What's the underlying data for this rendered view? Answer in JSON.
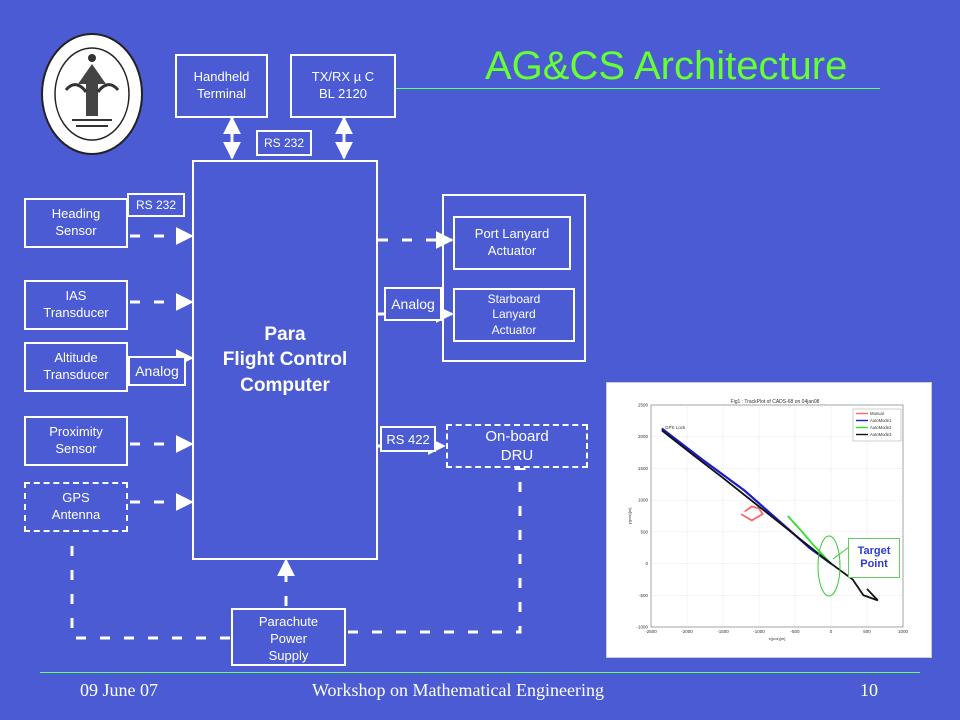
{
  "title": "AG&CS Architecture",
  "footer": {
    "date": "09 June 07",
    "event": "Workshop on Mathematical Engineering",
    "page": "10"
  },
  "blocks": {
    "handheld": "Handheld\nTerminal",
    "txrx": "TX/RX µ C\nBL 2120",
    "fcc": "Para\nFlight Control\nComputer",
    "heading": "Heading\nSensor",
    "ias": "IAS\nTransducer",
    "altitude": "Altitude\nTransducer",
    "proximity": "Proximity\nSensor",
    "gps": "GPS\nAntenna",
    "port": "Port Lanyard\nActuator",
    "starboard": "Starboard\nLanyard\nActuator",
    "dru": "On-board\nDRU",
    "power": "Parachute\nPower\nSupply"
  },
  "tags": {
    "rs232_top": "RS 232",
    "rs232_left": "RS 232",
    "analog_left": "Analog",
    "analog_right": "Analog",
    "rs422": "RS 422"
  },
  "plot": {
    "title": "Fig1 : TrackPlot of CADS-68 on 04jan08",
    "gps_lock": "GPS Lock",
    "xlabel": "x(pos)[m]",
    "ylabel": "y(pos)[m]",
    "target": "Target\nPoint"
  },
  "chart_data": {
    "type": "line",
    "title": "Fig1 : TrackPlot of CADS-68 on 04jan08",
    "xlabel": "x(pos)[m]",
    "ylabel": "y(pos)[m]",
    "xlim": [
      -2500,
      1000
    ],
    "ylim": [
      -1000,
      2500
    ],
    "xticks": [
      -2500,
      -2000,
      -1500,
      -1000,
      -500,
      0,
      500,
      1000
    ],
    "yticks": [
      -1000,
      -500,
      0,
      500,
      1000,
      1500,
      2000,
      2500
    ],
    "grid": true,
    "legend": "top-right",
    "series": [
      {
        "name": "Manual",
        "color": "#ff6666",
        "x": [
          -1200,
          -1100,
          -1000,
          -950,
          -1100,
          -1250
        ],
        "y": [
          820,
          900,
          870,
          780,
          680,
          780
        ]
      },
      {
        "name": "AutoMode1",
        "color": "#1a1acc",
        "x": [
          -2350,
          -1800,
          -1200,
          -700,
          -300,
          0
        ],
        "y": [
          2130,
          1650,
          1150,
          650,
          250,
          0
        ]
      },
      {
        "name": "AutoMode2",
        "color": "#33dd33",
        "x": [
          -600,
          -400,
          -250,
          -100,
          0
        ],
        "y": [
          750,
          500,
          300,
          120,
          0
        ]
      },
      {
        "name": "AutoMode3",
        "color": "#111111",
        "x": [
          -2350,
          -1900,
          -1500,
          -1000,
          -500,
          0,
          300,
          450,
          650,
          500
        ],
        "y": [
          2100,
          1700,
          1350,
          900,
          450,
          0,
          -250,
          -500,
          -580,
          -400
        ]
      }
    ]
  }
}
